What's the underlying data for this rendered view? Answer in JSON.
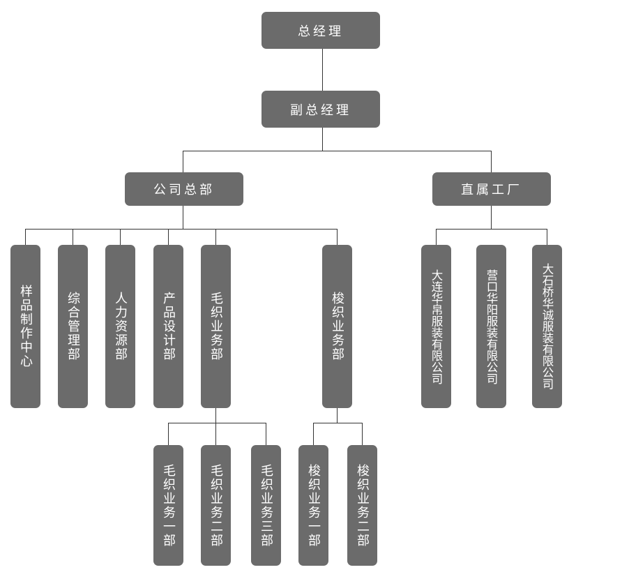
{
  "diagram": {
    "root": "总经理",
    "deputy": "副总经理",
    "hq": {
      "label": "公司总部",
      "departments": [
        "样品制作中心",
        "综合管理部",
        "人力资源部",
        "产品设计部",
        "毛织业务部",
        "梭织业务部"
      ],
      "wool_sub": [
        "毛织业务一部",
        "毛织业务二部",
        "毛织业务三部"
      ],
      "woven_sub": [
        "梭织业务一部",
        "梭织业务二部"
      ]
    },
    "factory": {
      "label": "直属工厂",
      "companies": [
        "大连华帛服装有限公司",
        "营口华阳服装有限公司",
        "大石桥华诚服装有限公司"
      ]
    }
  }
}
